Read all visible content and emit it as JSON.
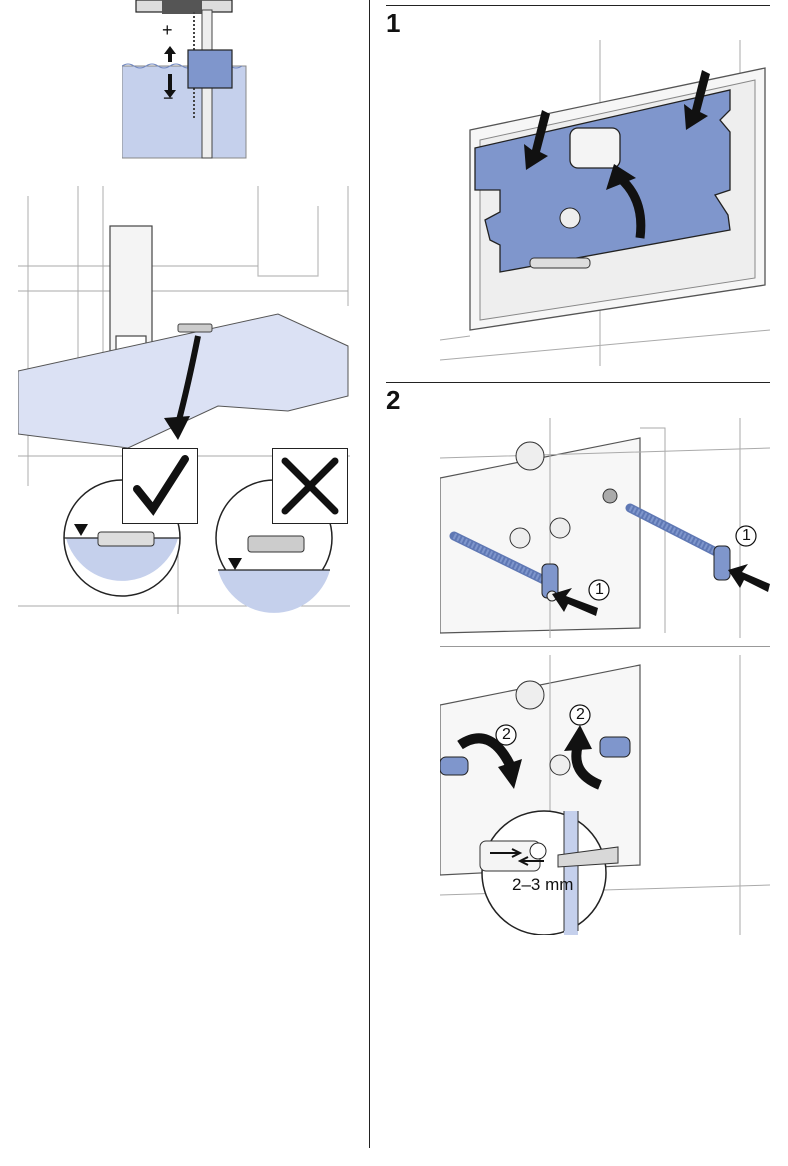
{
  "page": {
    "left_column": {
      "float_figure": {
        "plus_symbol": "+",
        "minus_symbol": "−"
      },
      "water_level_figure": {
        "correct_icon": "check-mark-icon",
        "incorrect_icon": "cross-mark-icon"
      }
    },
    "right_column": {
      "step1": {
        "number": "1"
      },
      "step2": {
        "number": "2",
        "callout_1": "1",
        "callout_2": "2",
        "dimension_label": "2–3 mm"
      }
    },
    "colors": {
      "accent_blue": "#7f96cc",
      "water_blue": "#c5d0ec",
      "line_gray": "#9a9a9a",
      "ink": "#111111"
    }
  }
}
